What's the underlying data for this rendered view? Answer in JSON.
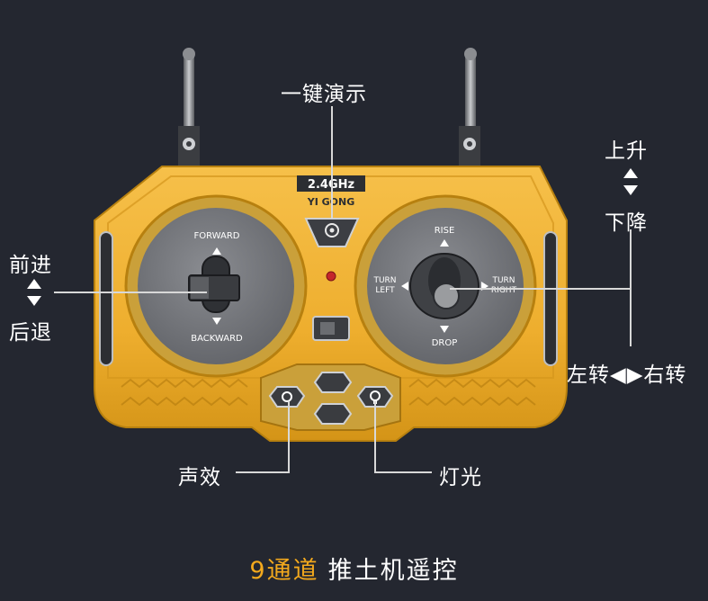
{
  "labels": {
    "demo": "一键演示",
    "up": "上升",
    "down": "下降",
    "forward": "前进",
    "back": "后退",
    "turn": "左转◀▶右转",
    "sound": "声效",
    "light": "灯光"
  },
  "device": {
    "brand_freq": "2.4GHz",
    "brand_name": "YI GONG",
    "left_stick": {
      "top": "FORWARD",
      "bottom": "BACKWARD"
    },
    "right_stick": {
      "top": "RISE",
      "bottom": "DROP",
      "left_1": "TURN",
      "left_2": "LEFT",
      "right_1": "TURN",
      "right_2": "RIGHT"
    }
  },
  "footer": {
    "accent": "9通道",
    "main": "推土机遥控"
  },
  "colors": {
    "background": "#242730",
    "body_yellow": "#f0b233",
    "body_dark_yellow": "#c98a12",
    "dial_gray": "#77797e",
    "accent_orange": "#f3a91d"
  }
}
